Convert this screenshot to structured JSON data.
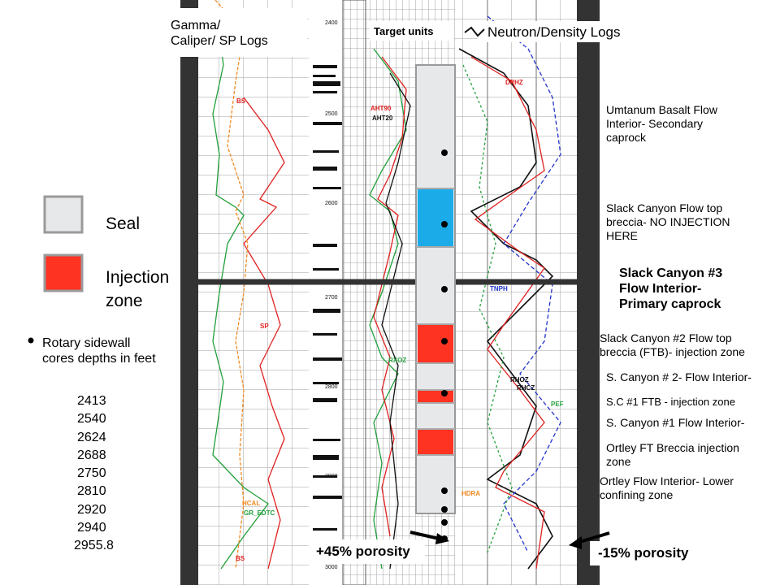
{
  "header": {
    "gamma_label": "Gamma/\nCaliper/ SP Logs",
    "target_units": "Target units",
    "neutron_label": "Neutron/Density Logs"
  },
  "legend": {
    "seal": {
      "label": "Seal",
      "color": "#e6e8ea"
    },
    "injection": {
      "label": "Injection\nzone",
      "color": "#ff3322"
    },
    "flow_top_color": "#1aabe8"
  },
  "cores": {
    "title": "Rotary sidewall\ncores depths in feet",
    "depths": [
      "2413",
      "2540",
      "2624",
      "2688",
      "2750",
      "2810",
      "2920",
      "2940",
      "2955.8"
    ]
  },
  "zones": [
    {
      "label": "Umtanum Basalt Flow\nInterior- Secondary\ncaprock",
      "bold": false
    },
    {
      "label": "Slack Canyon Flow top\nbreccia- NO INJECTION\nHERE",
      "bold": false
    },
    {
      "label": "Slack Canyon #3\nFlow Interior-\nPrimary caprock",
      "bold": true
    },
    {
      "label": "Slack Canyon #2 Flow top\nbreccia (FTB)- injection zone",
      "bold": false
    },
    {
      "label": "S. Canyon # 2- Flow Interior-",
      "bold": false
    },
    {
      "label": "S.C #1 FTB - injection zone",
      "bold": false
    },
    {
      "label": "S. Canyon #1 Flow Interior-",
      "bold": false
    },
    {
      "label": "Ortley FT Breccia injection\nzone",
      "bold": false
    },
    {
      "label": "Ortley Flow Interior- Lower\nconfining zone",
      "bold": false
    }
  ],
  "porosity": {
    "left": "+45% porosity",
    "right": "-15% porosity"
  },
  "depth_ticks": [
    "2400",
    "2500",
    "2600",
    "2700",
    "2800",
    "2900",
    "3000"
  ],
  "curve_labels": [
    "BS",
    "SP",
    "TNPH",
    "DPHZ",
    "AHT90",
    "AHT20",
    "RXOZ",
    "RHOZ",
    "RHCZ",
    "PEF",
    "HDRA",
    "HCAL",
    "GR_EDTC"
  ],
  "colors": {
    "track_black": "#333333",
    "grid": "#9a9a9a",
    "curve_red": "#e02020",
    "curve_green": "#21a03a",
    "curve_orange": "#f08a24",
    "curve_blue": "#2233cc"
  }
}
